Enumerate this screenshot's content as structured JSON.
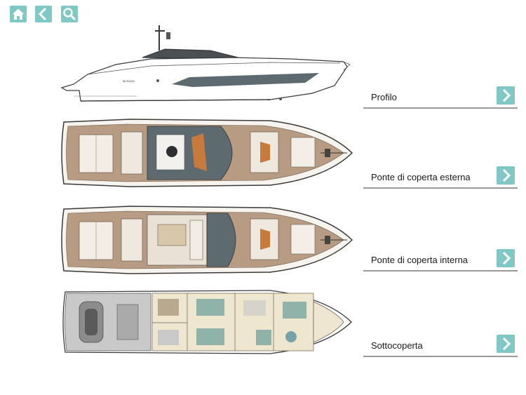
{
  "toolbar": {
    "home_icon": "home-icon",
    "back_icon": "chevron-left-icon",
    "search_icon": "search-icon",
    "accent_color": "#7fc8c6"
  },
  "menu": {
    "items": [
      {
        "label": "Profilo",
        "icon": "chevron-right-icon"
      },
      {
        "label": "Ponte di coperta esterna",
        "icon": "chevron-right-icon"
      },
      {
        "label": "Ponte di coperta interna",
        "icon": "chevron-right-icon"
      },
      {
        "label": "Sottocoperta",
        "icon": "chevron-right-icon"
      }
    ]
  },
  "colors": {
    "teak": "#b79b82",
    "hull_line": "#3a3a3a",
    "glass": "#5d6a70",
    "lower_deck_grey": "#c9c9c9",
    "cabin_beige": "#efe6cf"
  }
}
